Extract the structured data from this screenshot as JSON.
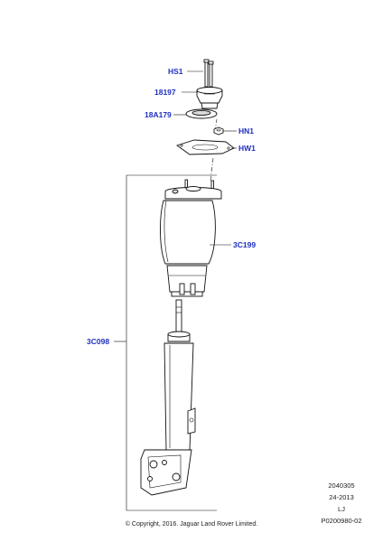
{
  "callouts": {
    "hs1": "HS1",
    "p18197": "18197",
    "p18a179": "18A179",
    "hn1": "HN1",
    "hw1": "HW1",
    "p3c199": "3C199",
    "p3c098": "3C098"
  },
  "reference": {
    "line1": "2040305",
    "line2": "24-2013",
    "line3": "LJ",
    "line4": "P0200980-02"
  },
  "copyright": "© Copyright, 2016. Jaguar Land Rover Limited.",
  "colors": {
    "callout": "#1f2fbf",
    "line": "#111111"
  }
}
